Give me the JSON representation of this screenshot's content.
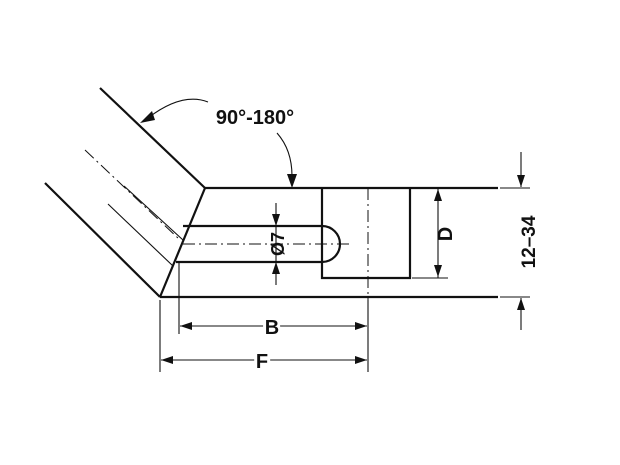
{
  "labels": {
    "angle": "90°-180°",
    "diameter": "Ø7",
    "d": "D",
    "thickness": "12–34",
    "b": "B",
    "f": "F"
  }
}
